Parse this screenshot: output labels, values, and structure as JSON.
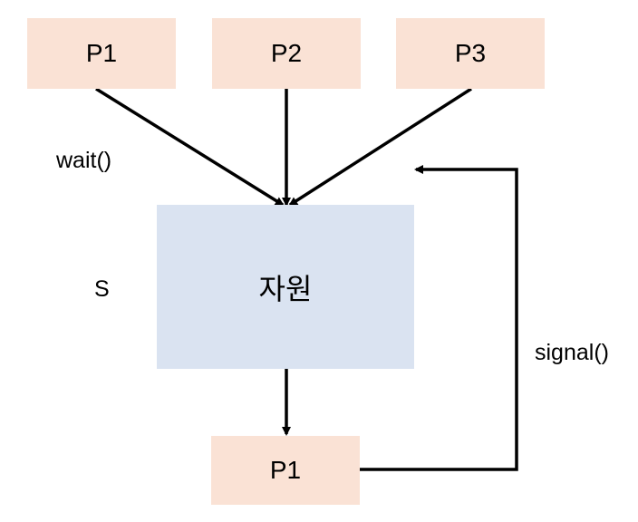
{
  "processes_top": [
    {
      "label": "P1"
    },
    {
      "label": "P2"
    },
    {
      "label": "P3"
    }
  ],
  "resource": {
    "label": "자원"
  },
  "process_bottom": {
    "label": "P1"
  },
  "labels": {
    "wait": "wait()",
    "semaphore": "S",
    "signal": "signal()"
  },
  "colors": {
    "process_fill": "#fae2d5",
    "resource_fill": "#dae3f1",
    "arrow": "#000000"
  }
}
